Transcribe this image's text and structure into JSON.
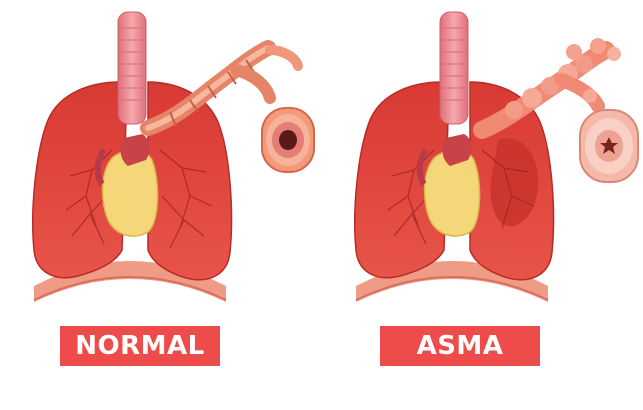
{
  "panels": [
    {
      "label": "NORMAL",
      "condition": "normal"
    },
    {
      "label": "ASMA",
      "condition": "asthma"
    }
  ],
  "colors": {
    "label_background": "#ee4b4b",
    "lung": "#e2453d",
    "lung_dark": "#c42f2a",
    "diaphragm": "#f09b85",
    "trachea": "#f08a8f",
    "heart": "#f5d77a",
    "airway_normal": "#f39a7a",
    "airway_inflamed": "#f6b8a8"
  }
}
